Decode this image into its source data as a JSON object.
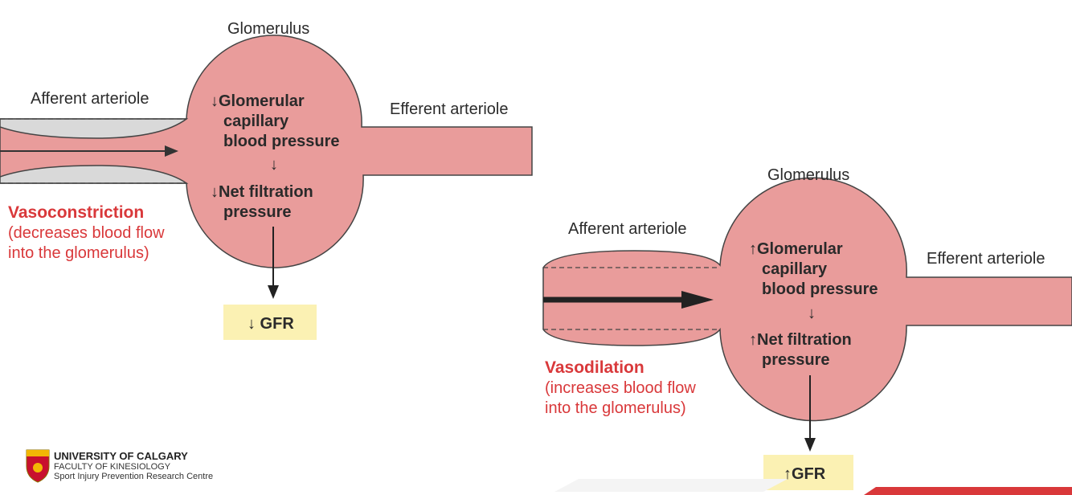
{
  "colors": {
    "vessel": "#e99c9b",
    "vessel_stroke": "#444444",
    "wall": "#d9d9d9",
    "accent_red": "#d9383a",
    "gfr_box": "#fbf1b3",
    "bottom_bar": "#d9383a"
  },
  "left": {
    "glomerulus_label": "Glomerulus",
    "afferent_label": "Afferent arteriole",
    "efferent_label": "Efferent arteriole",
    "pressure_lines": [
      "↓Glomerular",
      "capillary",
      "blood pressure"
    ],
    "small_arrow": "↓",
    "filtration_lines": [
      "↓Net filtration",
      "pressure"
    ],
    "condition_title": "Vasoconstriction",
    "condition_desc": [
      "(decreases blood flow",
      "into the glomerulus)"
    ],
    "gfr_label": "↓ GFR"
  },
  "right": {
    "glomerulus_label": "Glomerulus",
    "afferent_label": "Afferent arteriole",
    "efferent_label": "Efferent arteriole",
    "pressure_lines": [
      "↑Glomerular",
      "capillary",
      "blood pressure"
    ],
    "small_arrow": "↓",
    "filtration_lines": [
      "↑Net filtration",
      "pressure"
    ],
    "condition_title": "Vasodilation",
    "condition_desc": [
      "(increases blood flow",
      "into the glomerulus)"
    ],
    "gfr_label": "↑GFR"
  },
  "footer": {
    "university": "UNIVERSITY OF CALGARY",
    "faculty": "FACULTY OF KINESIOLOGY",
    "centre": "Sport Injury Prevention Research Centre",
    "logo_icon": "university-crest-icon"
  }
}
